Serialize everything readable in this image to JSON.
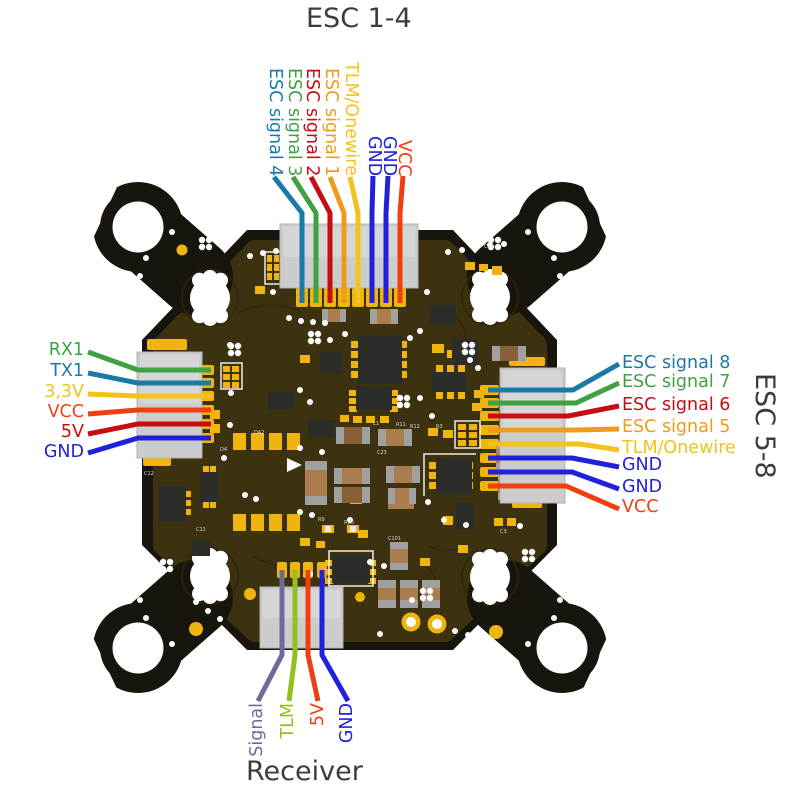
{
  "page": {
    "background": "#ffffff"
  },
  "titles": {
    "esc_top": "ESC 1-4",
    "esc_right": "ESC 5-8",
    "receiver": "Receiver",
    "color": "#3c3c3c"
  },
  "board": {
    "type": "flight-controller-pcb-wiring-diagram",
    "mask_color": "#3c3210",
    "edge_color": "#18150e",
    "pad_color": "#f0b40e",
    "connector_color": "#cdcccc"
  },
  "connectors": {
    "esc_top": {
      "title": "ESC 1-4",
      "pins": [
        {
          "label": "ESC signal 4",
          "color": "#1b7aa5"
        },
        {
          "label": "ESC signal 3",
          "color": "#3ea142"
        },
        {
          "label": "ESC signal 2",
          "color": "#c60d12"
        },
        {
          "label": "ESC signal 1",
          "color": "#ef9b1b"
        },
        {
          "label": "TLM/Onewire",
          "color": "#f2c31b"
        },
        {
          "label": "GND",
          "color": "#2121dc"
        },
        {
          "label": "GND",
          "color": "#2121dc"
        },
        {
          "label": "VCC",
          "color": "#ef3f10"
        }
      ]
    },
    "uart_left": {
      "pins": [
        {
          "label": "RX1",
          "color": "#3ea142"
        },
        {
          "label": "TX1",
          "color": "#1b7aa5"
        },
        {
          "label": "3,3V",
          "color": "#f2c31b"
        },
        {
          "label": "VCC",
          "color": "#ef3f10"
        },
        {
          "label": "5V",
          "color": "#c60d12"
        },
        {
          "label": "GND",
          "color": "#2121dc"
        }
      ]
    },
    "esc_right": {
      "title": "ESC 5-8",
      "pins": [
        {
          "label": "ESC signal 8",
          "color": "#1b7aa5"
        },
        {
          "label": "ESC signal 7",
          "color": "#3ea142"
        },
        {
          "label": "ESC signal 6",
          "color": "#c60d12"
        },
        {
          "label": "ESC signal 5",
          "color": "#ef9b1b"
        },
        {
          "label": "TLM/Onewire",
          "color": "#f2c31b"
        },
        {
          "label": "GND",
          "color": "#2121dc"
        },
        {
          "label": "GND",
          "color": "#2121dc"
        },
        {
          "label": "VCC",
          "color": "#ef3f10"
        }
      ]
    },
    "receiver_bottom": {
      "title": "Receiver",
      "pins": [
        {
          "label": "Signal",
          "color": "#6c6c99"
        },
        {
          "label": "TLM",
          "color": "#93c01e"
        },
        {
          "label": "5V",
          "color": "#ef3f10"
        },
        {
          "label": "GND",
          "color": "#2121dc"
        }
      ]
    }
  }
}
